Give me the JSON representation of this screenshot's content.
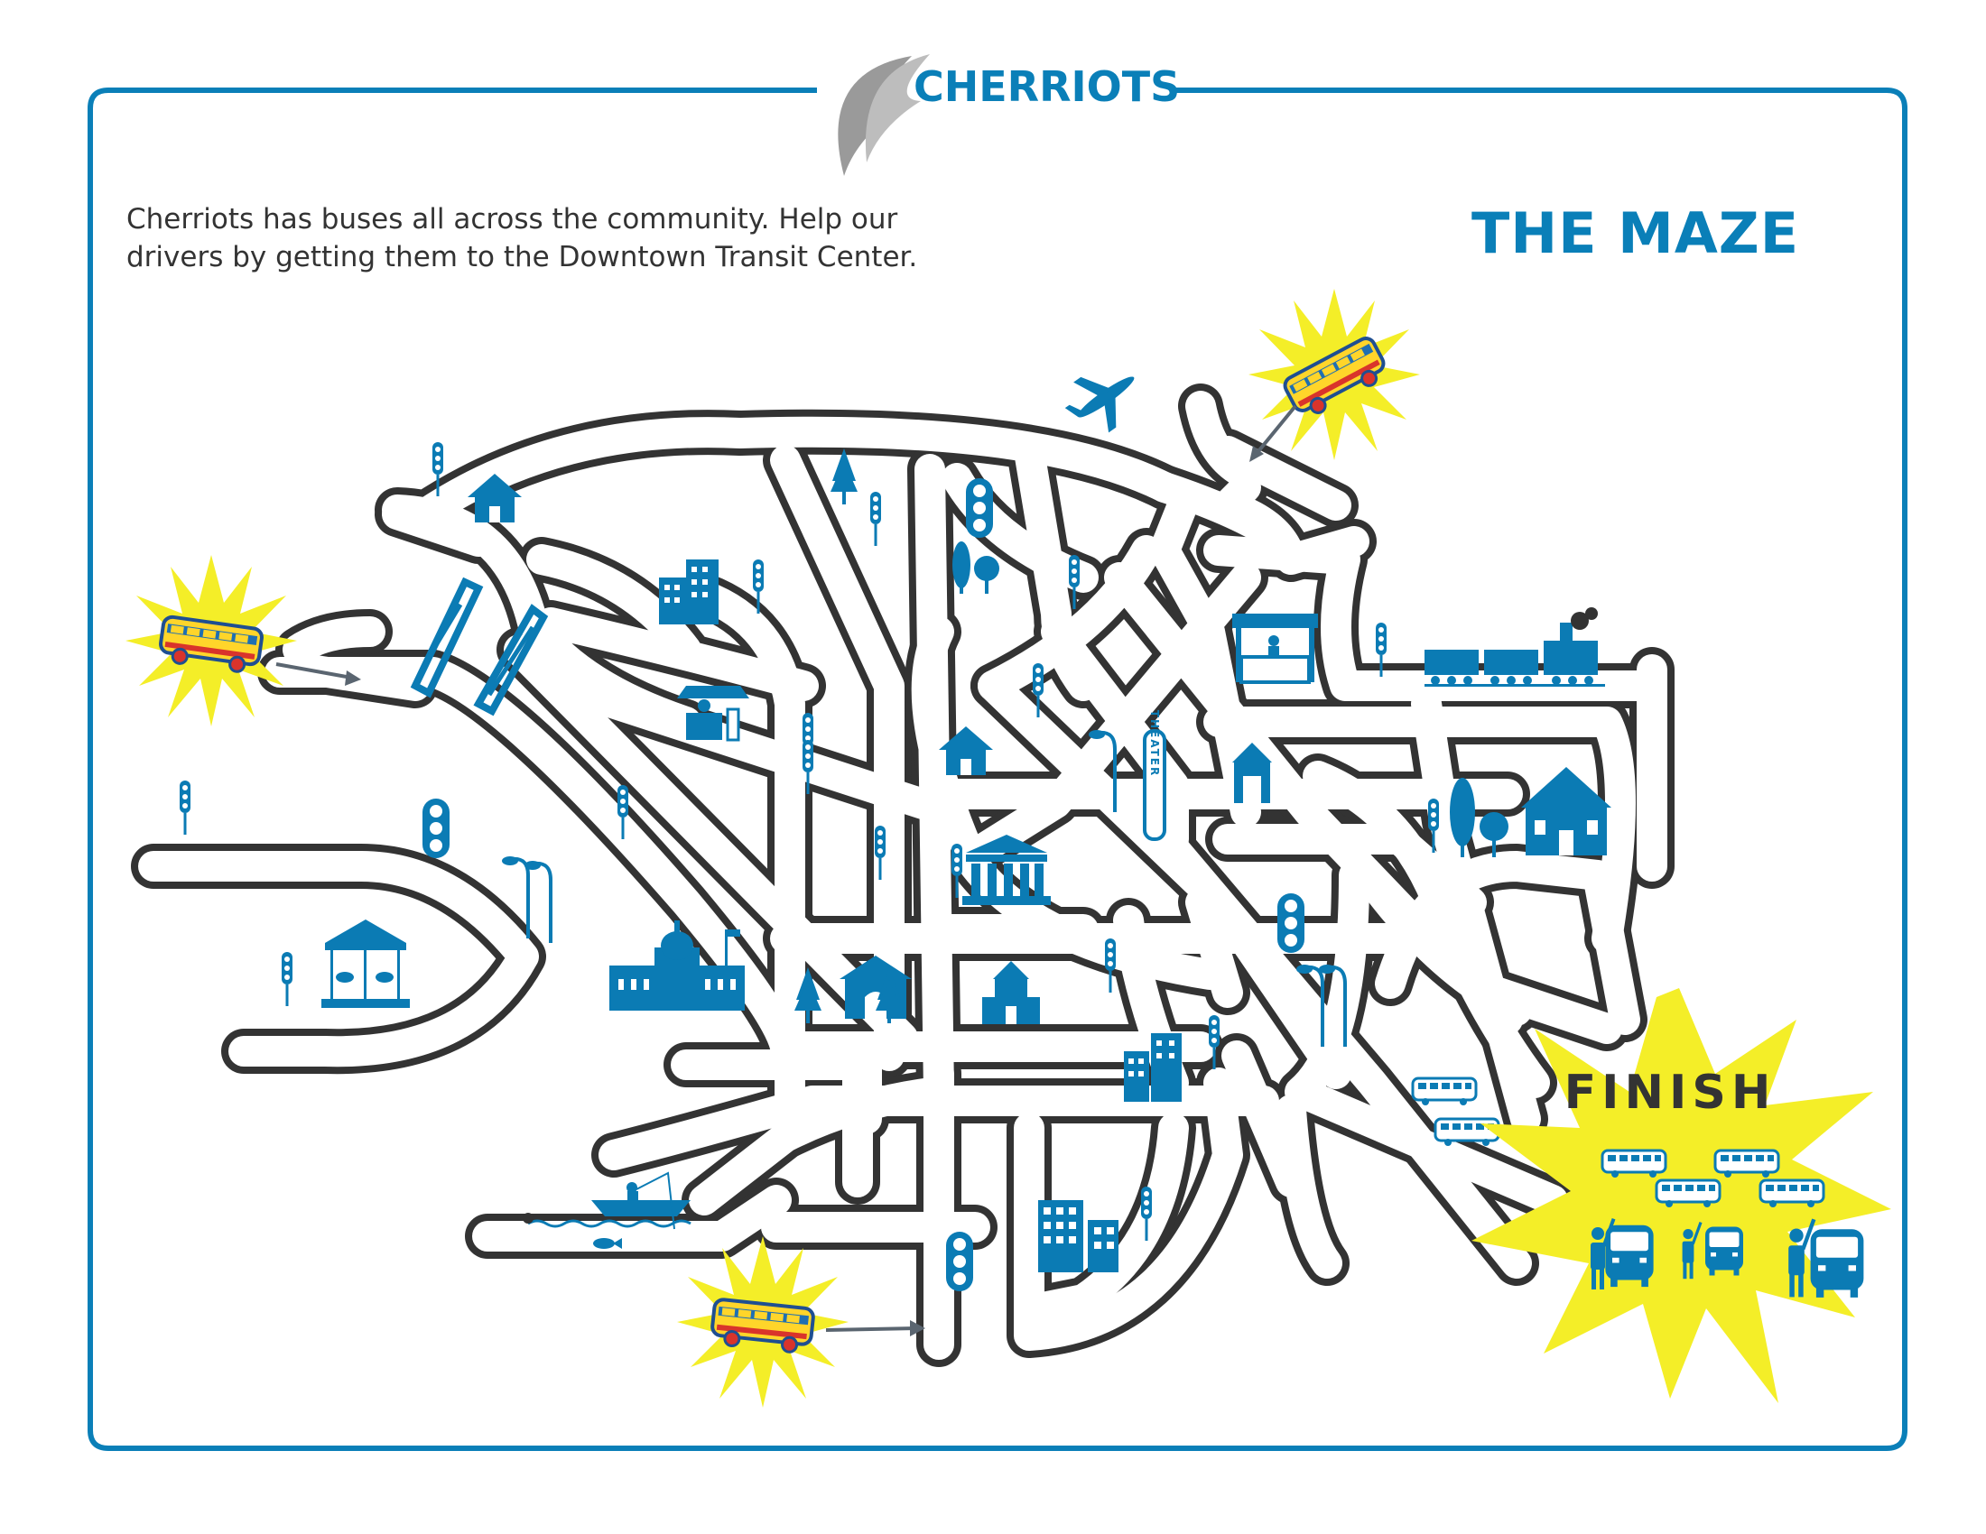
{
  "brand": {
    "name": "CHERRIOTS",
    "logo_icon": "swoosh-logo-icon"
  },
  "intro": {
    "line1": "Cherriots has buses all across the community. Help our",
    "line2": "drivers by getting them to the Downtown Transit Center."
  },
  "title": "THE MAZE",
  "finish_label": "FINISH",
  "theater_sign": "THEATER",
  "colors": {
    "frame": "#0a7fb8",
    "icon": "#0b7bb4",
    "road": "#333333",
    "burst": "#f4ee28",
    "bus_body": "#ffd52a",
    "bus_stripe": "#1f6fb2",
    "gray_logo": "#9a9a9a"
  },
  "icons": [
    "airplane-icon",
    "house-icon",
    "drawbridge-icon",
    "buildings-icon",
    "traffic-light-icon",
    "tree-icon",
    "carousel-icon",
    "capitol-icon",
    "courthouse-icon",
    "church-icon",
    "theater-icon",
    "barn-icon",
    "train-icon",
    "market-stand-icon",
    "boat-fishing-icon",
    "street-lamp-icon",
    "bus-icon",
    "waving-person-icon"
  ]
}
